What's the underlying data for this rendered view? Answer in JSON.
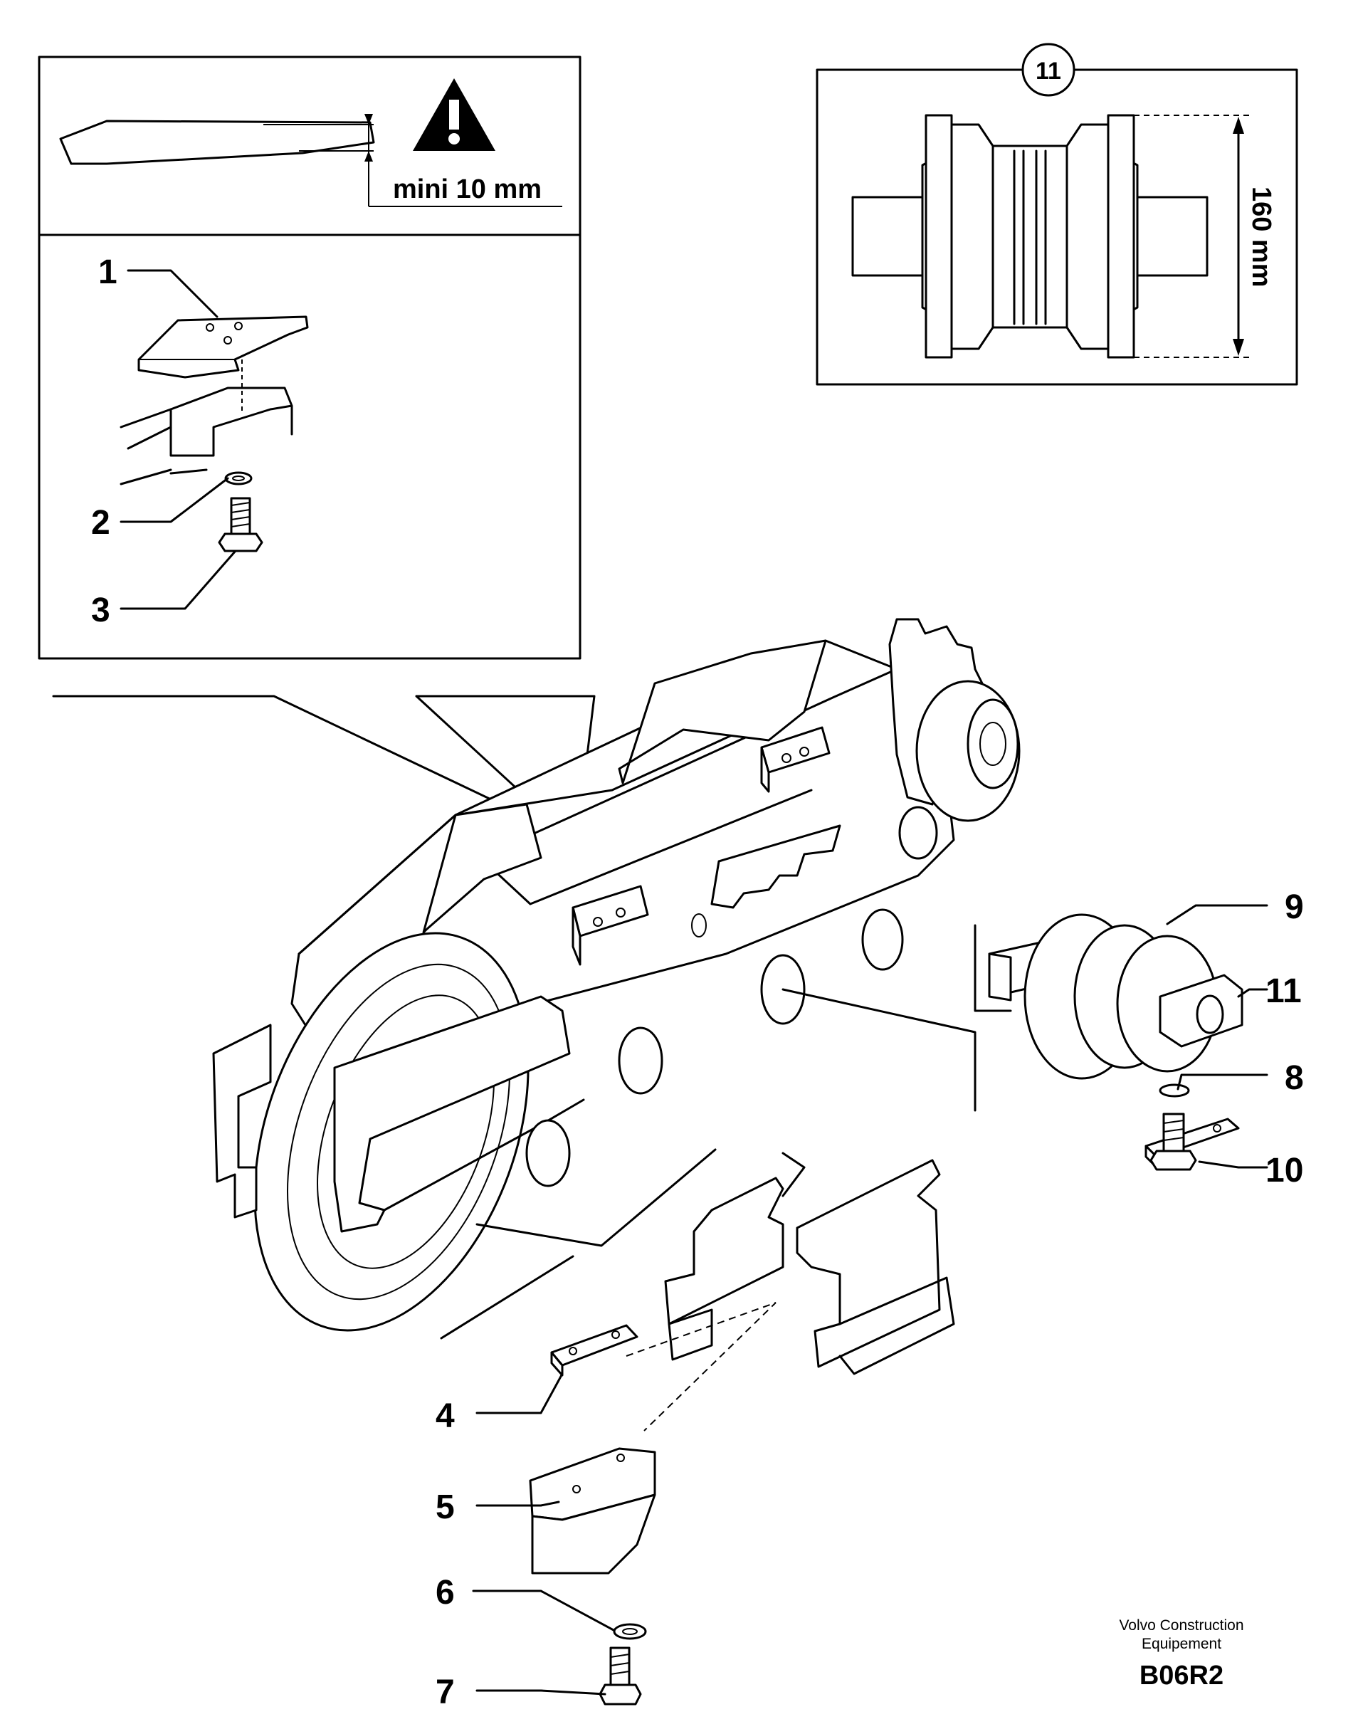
{
  "callouts": {
    "c1": "1",
    "c2": "2",
    "c3": "3",
    "c4": "4",
    "c5": "5",
    "c6": "6",
    "c7": "7",
    "c8": "8",
    "c9": "9",
    "c10": "10",
    "c11": "11"
  },
  "wear_inset": {
    "limit_label": "mini 10 mm",
    "warning_icon": "warning-triangle-icon"
  },
  "roller_inset": {
    "ref_number": "11",
    "dimension_label": "160 mm"
  },
  "footer": {
    "credit_line1": "Volvo Construction",
    "credit_line2": "Equipement",
    "code": "B06R2"
  }
}
